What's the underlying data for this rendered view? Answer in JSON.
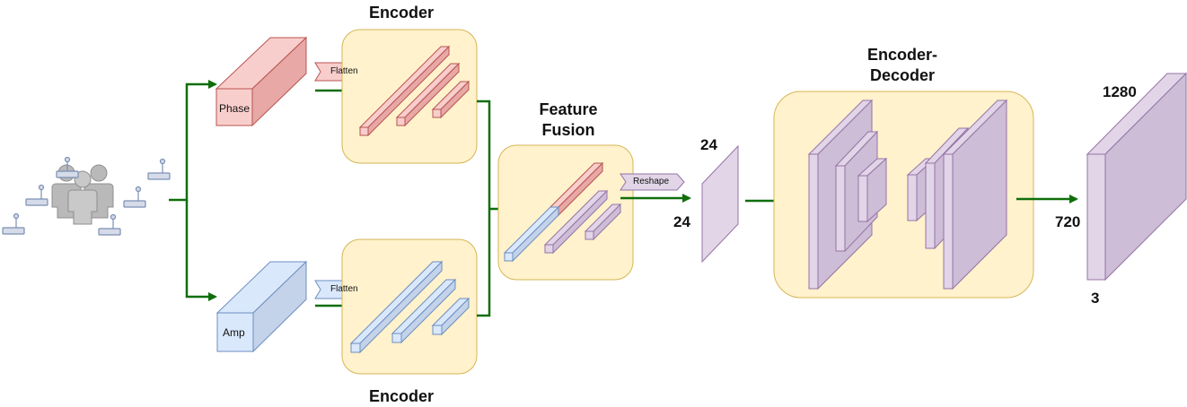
{
  "inputs": {
    "phase_label": "Phase",
    "amp_label": "Amp"
  },
  "flatten": {
    "top_label": "Flatten",
    "bottom_label": "Flatten"
  },
  "encoders": {
    "top_title": "Encoder",
    "bottom_title": "Encoder"
  },
  "fusion": {
    "title_line1": "Feature",
    "title_line2": "Fusion",
    "reshape_label": "Reshape"
  },
  "feature_map": {
    "dim_top": "24",
    "dim_left": "24"
  },
  "encoder_decoder": {
    "title_line1": "Encoder-",
    "title_line2": "Decoder"
  },
  "output": {
    "dim_width": "1280",
    "dim_height": "720",
    "dim_depth": "3"
  },
  "colors": {
    "arrow": "#0f6e0a",
    "panel_fill": "#fff2cc",
    "panel_border": "#d6b656",
    "phase_fill": "#f8cecc",
    "phase_border": "#b85450",
    "amp_fill": "#dae8fc",
    "amp_border": "#6c8ebf",
    "purple_fill": "#e1d5e7",
    "purple_border": "#9673a6",
    "icon_gray": "#b9b9b9",
    "router_blue": "#7a8fb5"
  }
}
